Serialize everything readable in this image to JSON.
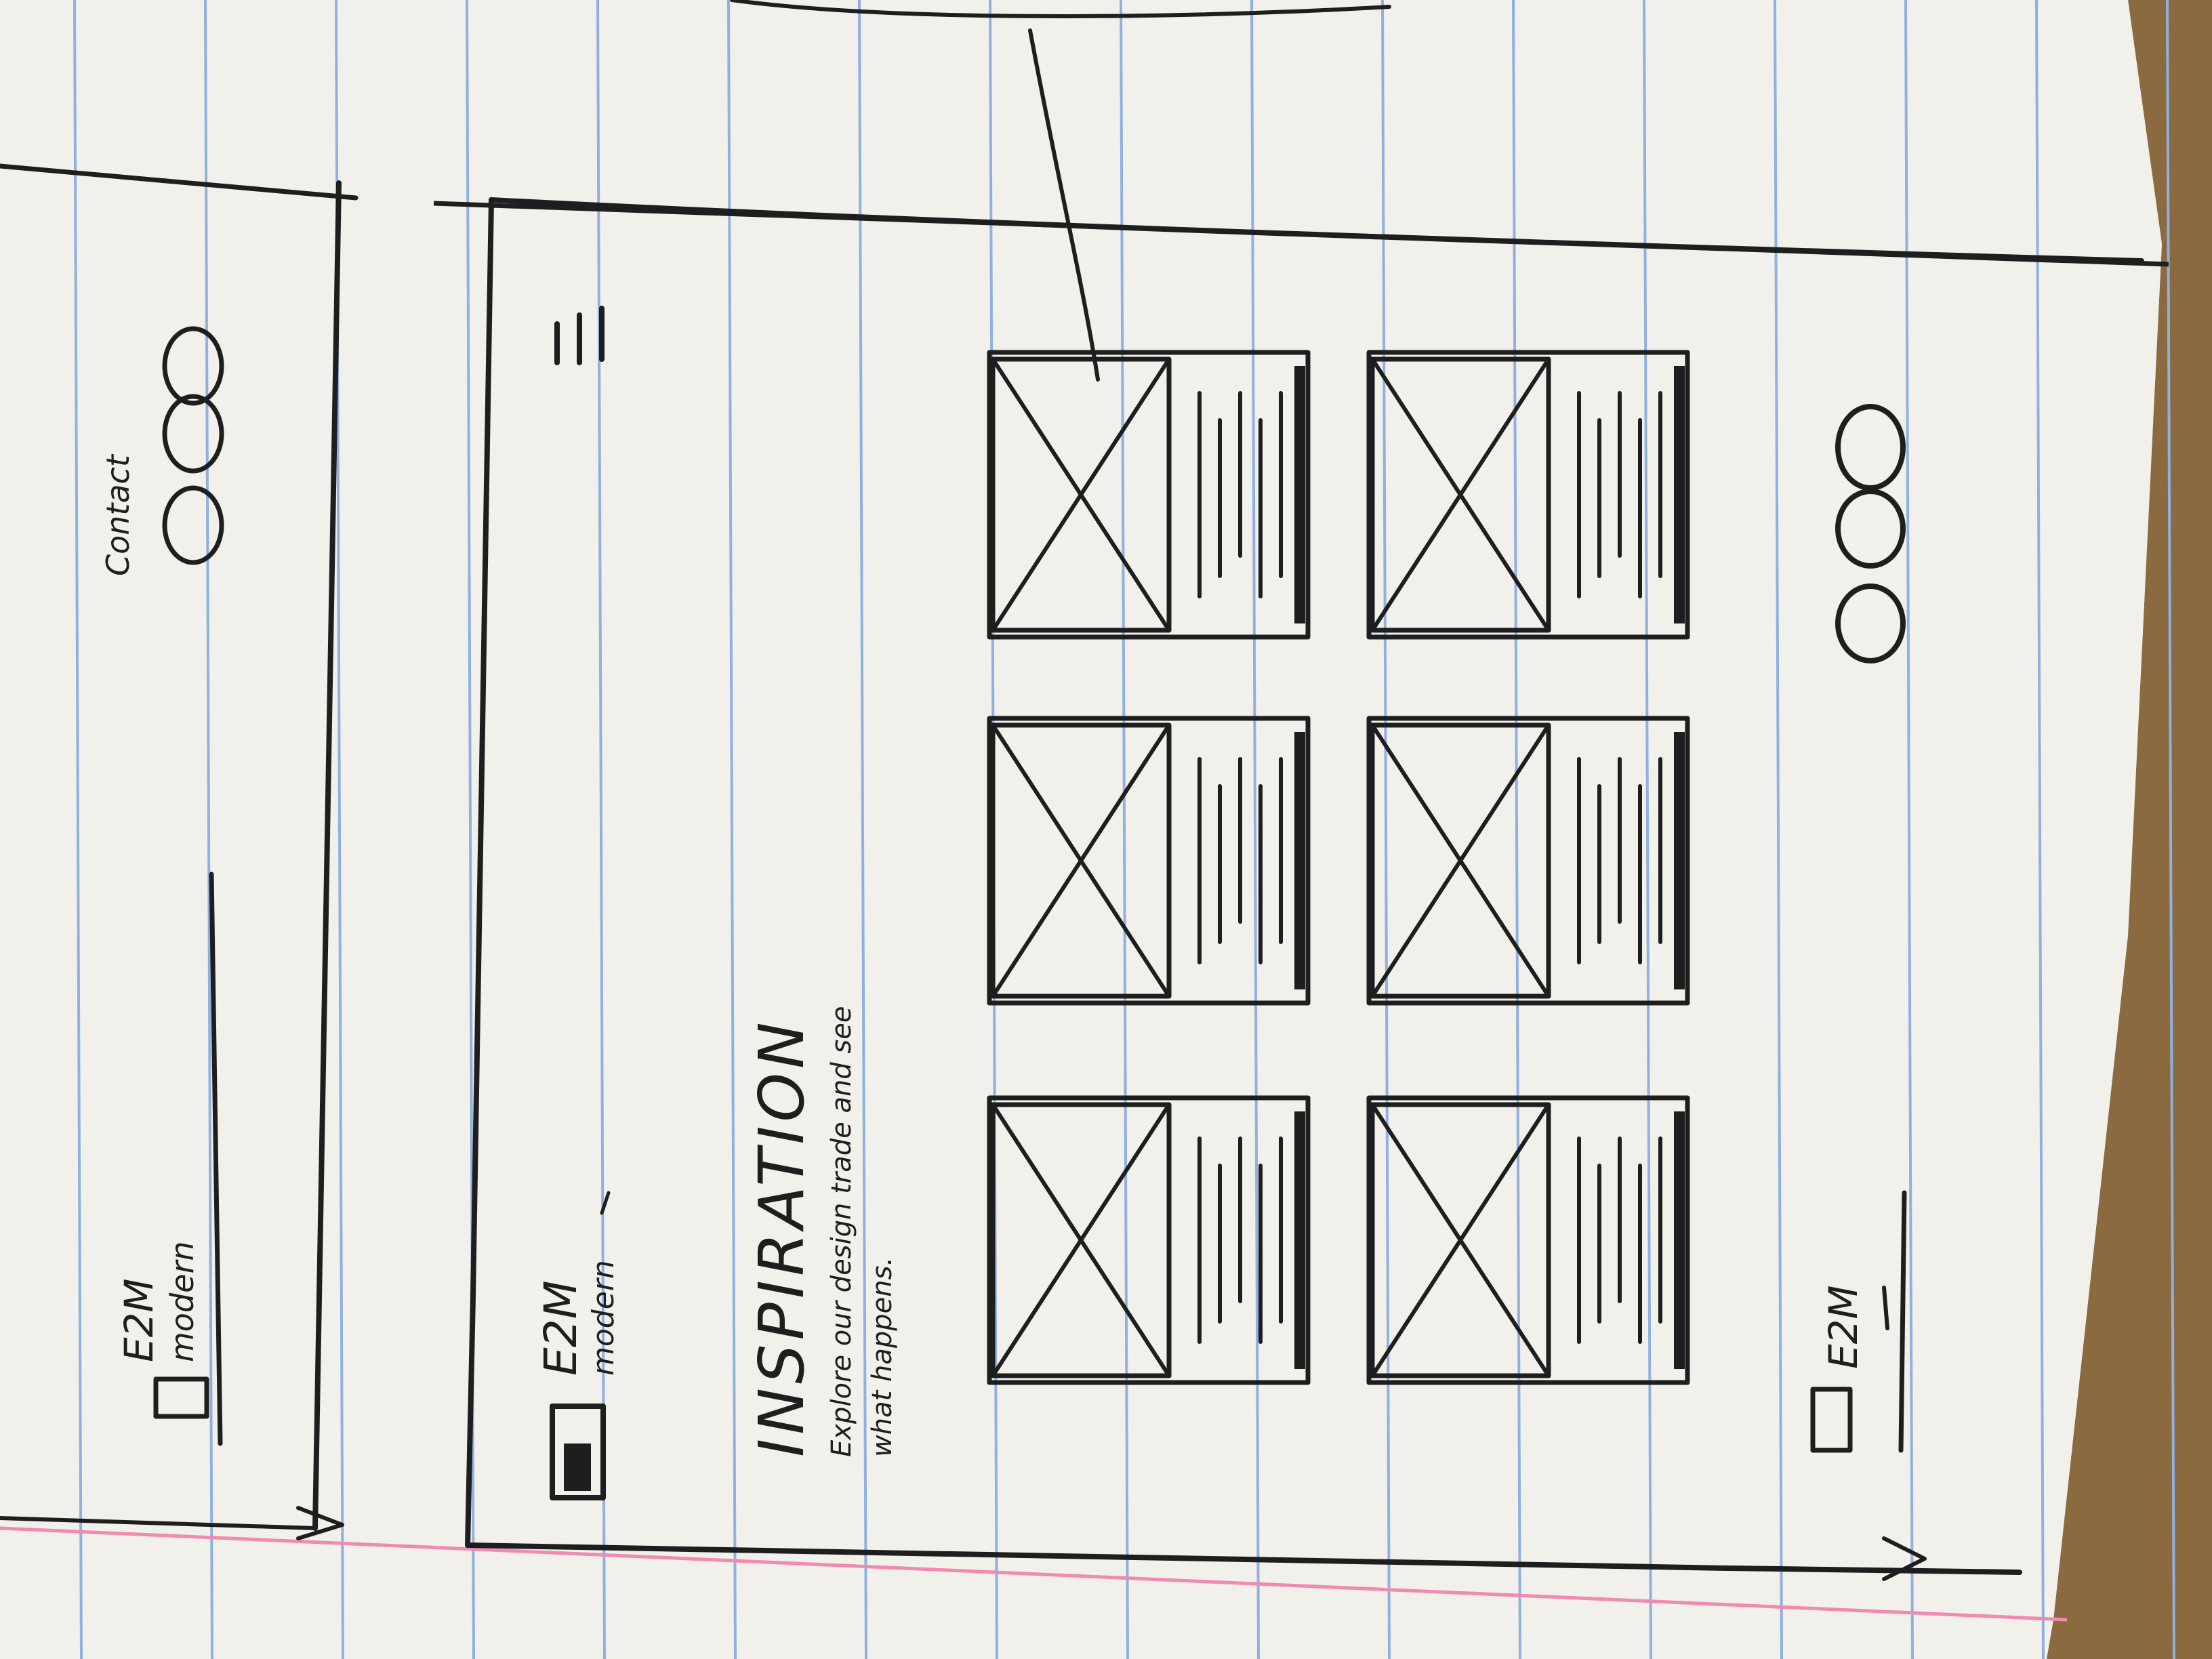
{
  "top_sheet": {
    "brand_mark": "E2M",
    "brand_sub": "modern",
    "contact_label": "Contact",
    "social_icons": [
      "social-icon",
      "social-icon",
      "social-icon"
    ]
  },
  "phone_screen": {
    "menu_icon": "hamburger-icon",
    "brand_mark": "E2M",
    "brand_sub": "modern",
    "heading": "INSPIRATION",
    "subtext_line1": "Explore our design trade and see",
    "subtext_line2": "what happens.",
    "cards": [
      {
        "image": "image-placeholder"
      },
      {
        "image": "image-placeholder"
      },
      {
        "image": "image-placeholder"
      },
      {
        "image": "image-placeholder"
      },
      {
        "image": "image-placeholder"
      },
      {
        "image": "image-placeholder"
      }
    ],
    "footer": {
      "brand_mark": "E2M",
      "social_icons": [
        "social-icon",
        "social-icon",
        "social-icon"
      ]
    }
  },
  "colors": {
    "paper": "#f1f0ea",
    "rule_lines": "#8fb0e0",
    "margin_line": "#f08ab0",
    "ink": "#1e1e1e",
    "desk": "#8a6a3e"
  }
}
